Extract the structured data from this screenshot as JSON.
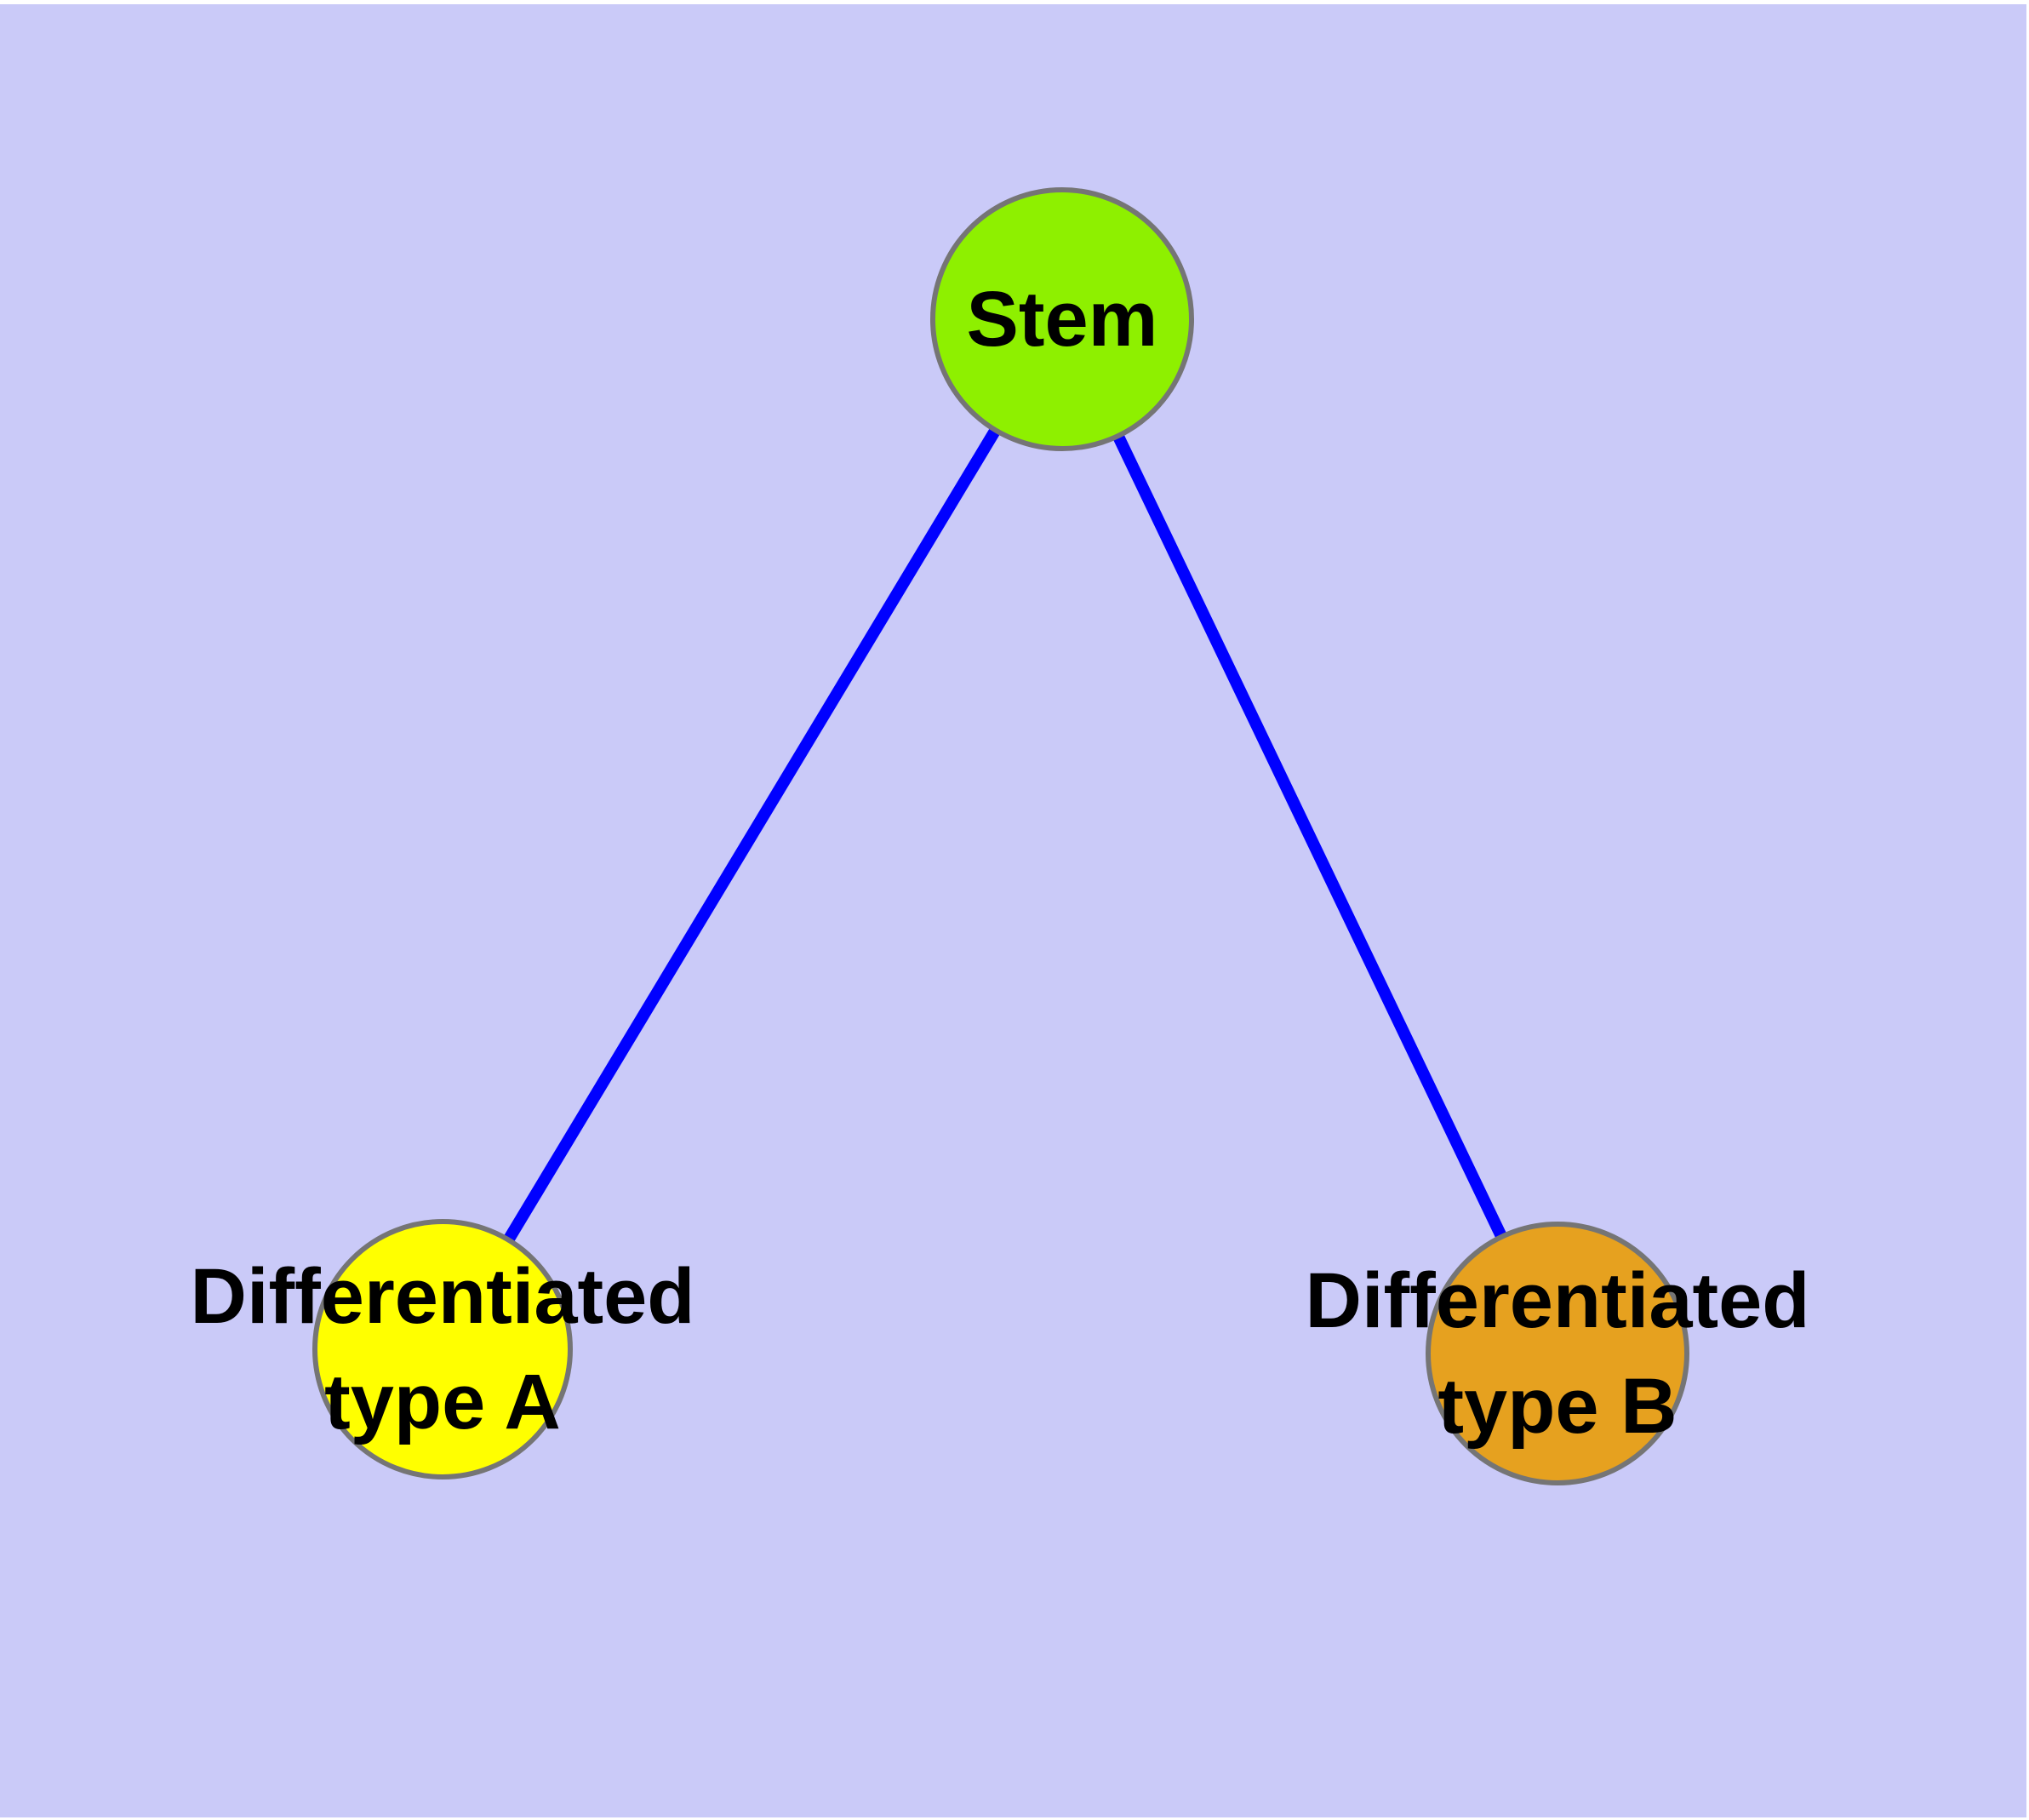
{
  "diagram": {
    "background_color": "#cacaf8",
    "frame_color": "#ffffff",
    "edge_color": "#0000ff",
    "node_border_color": "#757575",
    "nodes": {
      "stem": {
        "label": "Stem",
        "fill": "#8ef000"
      },
      "type_a": {
        "label": "Differentiated type A",
        "line1": "Differentiated",
        "line2": "type A",
        "fill": "#ffff00"
      },
      "type_b": {
        "label": "Differentiated type B",
        "line1": "Differentiated",
        "line2": "type B",
        "fill": "#e6a11f"
      }
    },
    "edges": [
      {
        "from": "Stem",
        "to": "Differentiated type A"
      },
      {
        "from": "Stem",
        "to": "Differentiated type B"
      }
    ]
  }
}
